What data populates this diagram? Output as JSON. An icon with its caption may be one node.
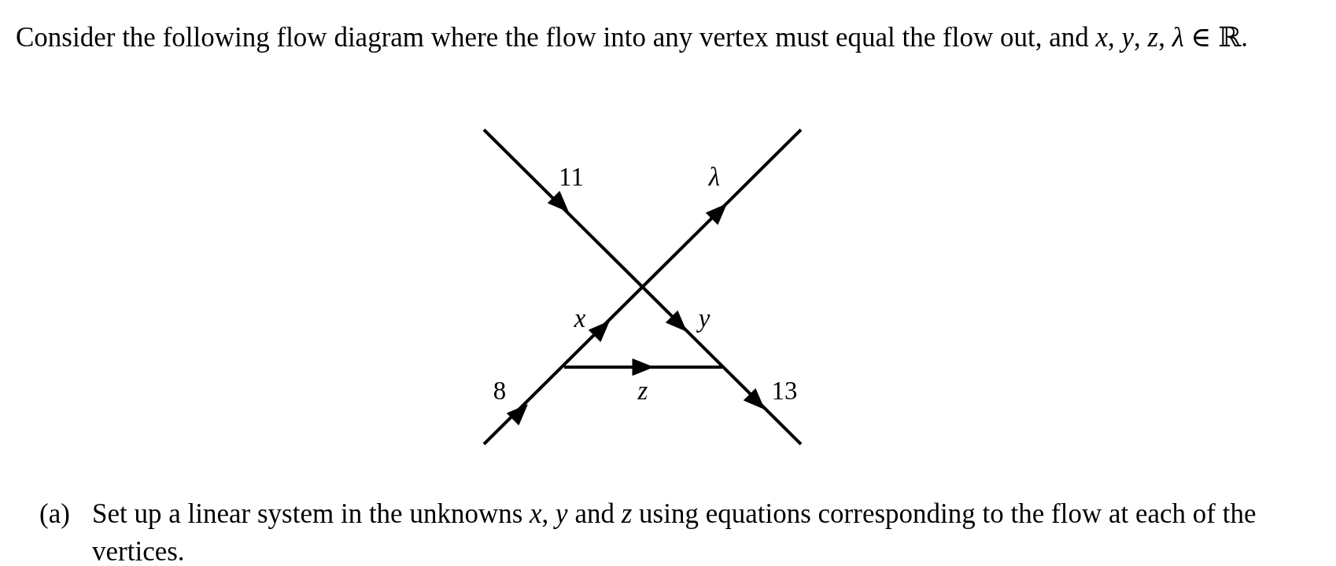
{
  "diagram": {
    "title": "Consider the following flow diagram where the flow into any vertex must equal the flow out, and *x*, *y*, *z*, *λ* ∈ ℝ.",
    "labels": [
      "11",
      "λ",
      "x",
      "y",
      "8",
      "z",
      "13",
      "(a)",
      "Set up a linear system in the unknowns *x*, *y* and *z* using equations corresponding to the flow at each of the vertices."
    ]
  }
}
